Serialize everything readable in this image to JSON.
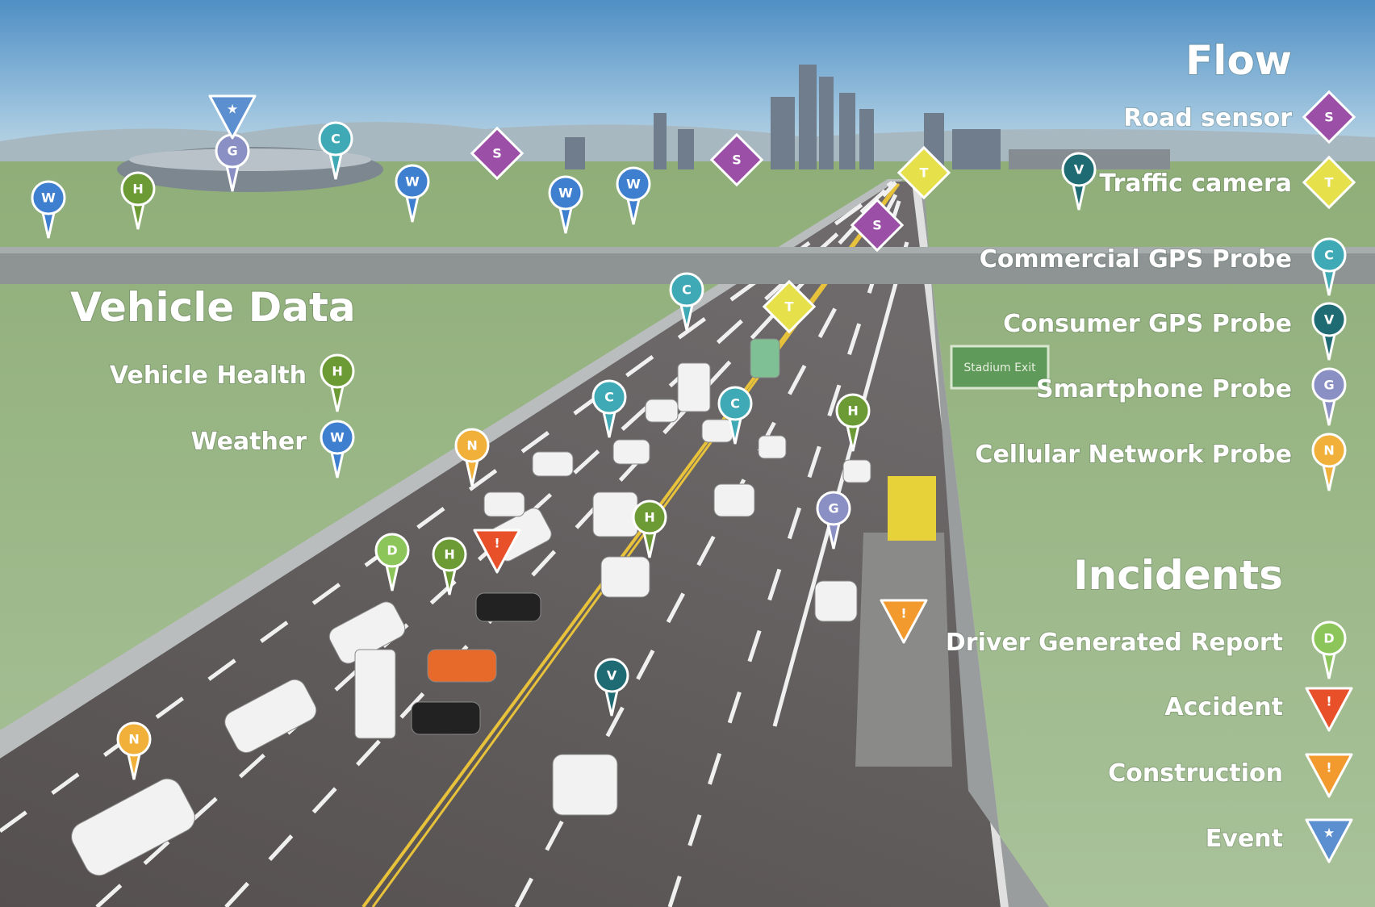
{
  "vehicle_data": {
    "title": "Vehicle Data",
    "items": [
      {
        "label": "Vehicle Health",
        "letter": "H",
        "kind": "pin",
        "color": "#6c9a35"
      },
      {
        "label": "Weather",
        "letter": "W",
        "kind": "pin",
        "color": "#3f7fcf"
      }
    ]
  },
  "flow": {
    "title": "Flow",
    "items": [
      {
        "label": "Road sensor",
        "letter": "S",
        "kind": "diamond",
        "color": "#9b4fa6"
      },
      {
        "label": "Traffic camera",
        "letter": "T",
        "kind": "diamond",
        "color": "#e6e04a"
      },
      {
        "label": "Commercial GPS Probe",
        "letter": "C",
        "kind": "pin",
        "color": "#3fa9b5"
      },
      {
        "label": "Consumer GPS Probe",
        "letter": "V",
        "kind": "pin",
        "color": "#1f6b73"
      },
      {
        "label": "Smartphone Probe",
        "letter": "G",
        "kind": "pin",
        "color": "#8a8fc4"
      },
      {
        "label": "Cellular Network Probe",
        "letter": "N",
        "kind": "pin",
        "color": "#f0b03a"
      }
    ]
  },
  "incidents": {
    "title": "Incidents",
    "items": [
      {
        "label": "Driver Generated Report",
        "letter": "D",
        "kind": "pin",
        "color": "#8cc65a"
      },
      {
        "label": "Accident",
        "letter": "!",
        "kind": "triangle",
        "color": "#e8502a"
      },
      {
        "label": "Construction",
        "letter": "!",
        "kind": "triangle",
        "color": "#f29a2e"
      },
      {
        "label": "Event",
        "letter": "★",
        "kind": "triangle",
        "color": "#5b8fd0"
      }
    ]
  },
  "sign": "Stadium Exit",
  "scene_markers": [
    {
      "letter": "W",
      "kind": "pin",
      "color": "#3f7fcf"
    },
    {
      "letter": "H",
      "kind": "pin",
      "color": "#6c9a35"
    },
    {
      "letter": "G",
      "kind": "pin",
      "color": "#8a8fc4"
    },
    {
      "letter": "★",
      "kind": "triangle",
      "color": "#5b8fd0"
    },
    {
      "letter": "C",
      "kind": "pin",
      "color": "#3fa9b5"
    },
    {
      "letter": "W",
      "kind": "pin",
      "color": "#3f7fcf"
    },
    {
      "letter": "S",
      "kind": "diamond",
      "color": "#9b4fa6"
    },
    {
      "letter": "W",
      "kind": "pin",
      "color": "#3f7fcf"
    },
    {
      "letter": "W",
      "kind": "pin",
      "color": "#3f7fcf"
    },
    {
      "letter": "S",
      "kind": "diamond",
      "color": "#9b4fa6"
    },
    {
      "letter": "T",
      "kind": "diamond",
      "color": "#e6e04a"
    },
    {
      "letter": "V",
      "kind": "pin",
      "color": "#1f6b73"
    },
    {
      "letter": "S",
      "kind": "diamond",
      "color": "#9b4fa6"
    },
    {
      "letter": "C",
      "kind": "pin",
      "color": "#3fa9b5"
    },
    {
      "letter": "T",
      "kind": "diamond",
      "color": "#e6e04a"
    },
    {
      "letter": "C",
      "kind": "pin",
      "color": "#3fa9b5"
    },
    {
      "letter": "C",
      "kind": "pin",
      "color": "#3fa9b5"
    },
    {
      "letter": "H",
      "kind": "pin",
      "color": "#6c9a35"
    },
    {
      "letter": "N",
      "kind": "pin",
      "color": "#f0b03a"
    },
    {
      "letter": "G",
      "kind": "pin",
      "color": "#8a8fc4"
    },
    {
      "letter": "H",
      "kind": "pin",
      "color": "#6c9a35"
    },
    {
      "letter": "D",
      "kind": "pin",
      "color": "#8cc65a"
    },
    {
      "letter": "H",
      "kind": "pin",
      "color": "#6c9a35"
    },
    {
      "letter": "!",
      "kind": "triangle",
      "color": "#e8502a"
    },
    {
      "letter": "!",
      "kind": "triangle",
      "color": "#f29a2e"
    },
    {
      "letter": "V",
      "kind": "pin",
      "color": "#1f6b73"
    },
    {
      "letter": "N",
      "kind": "pin",
      "color": "#f0b03a"
    }
  ]
}
